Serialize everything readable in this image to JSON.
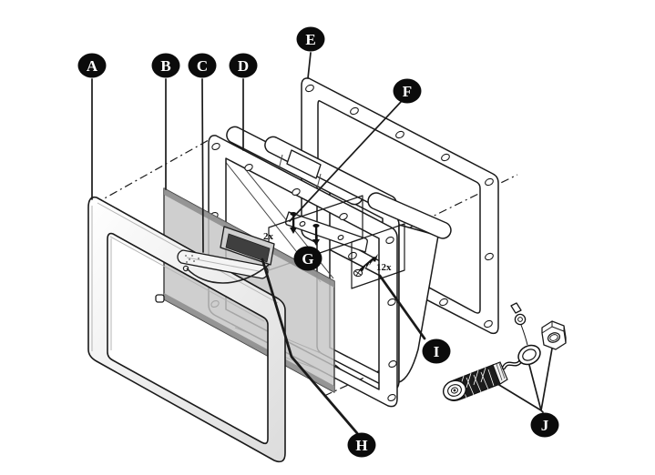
{
  "colors": {
    "bg": "#ffffff",
    "line": "#1a1a1a",
    "glass": "#c4c4c4",
    "strip": "#3f3f3f",
    "calloutBg": "#0b0b0b",
    "calloutFg": "#ffffff"
  },
  "callouts": [
    {
      "label": "A"
    },
    {
      "label": "B"
    },
    {
      "label": "C"
    },
    {
      "label": "D"
    },
    {
      "label": "E"
    },
    {
      "label": "F"
    },
    {
      "label": "G"
    },
    {
      "label": "H"
    },
    {
      "label": "I"
    },
    {
      "label": "J"
    }
  ],
  "annotations": [
    {
      "text": "2x"
    },
    {
      "text": "12x"
    }
  ]
}
